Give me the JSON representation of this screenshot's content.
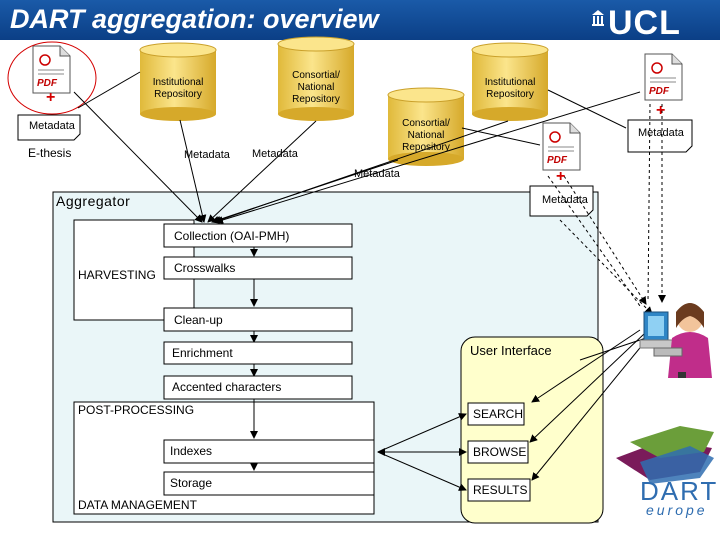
{
  "header": {
    "title": "DART aggregation: overview",
    "logo_text": "UCL"
  },
  "sources": {
    "institutional_repository_left": [
      "Institutional",
      "Repository"
    ],
    "consortial_repository_top": [
      "Consortial/",
      "National",
      "Repository"
    ],
    "institutional_repository_right": [
      "Institutional",
      "Repository"
    ],
    "consortial_repository_mid": [
      "Consortial/",
      "National",
      "Repository"
    ],
    "pdf_label": "PDF",
    "plus": "+",
    "metadata": "Metadata",
    "ethesis": "E-thesis"
  },
  "aggregator": {
    "label": "Aggregator",
    "metadata_tag": "Metadata",
    "harvesting": "HARVESTING",
    "collection": "Collection (OAI-PMH)",
    "crosswalks": "Crosswalks",
    "cleanup": "Clean-up",
    "enrichment": "Enrichment",
    "accented": "Accented characters",
    "postprocessing": "POST-PROCESSING",
    "indexes": "Indexes",
    "storage": "Storage",
    "datamanagement": "DATA MANAGEMENT"
  },
  "ui": {
    "title": "User Interface",
    "search": "SEARCH",
    "browse": "BROWSE",
    "results": "RESULTS"
  },
  "brand": {
    "dart_word": "DART",
    "europe_word": "europe"
  },
  "colors": {
    "header_blue": "#0b3f86",
    "cylinder_yellow": "#f3d45a",
    "aggregator_fill": "#eaf6f8",
    "ui_fill": "#ffffcc",
    "plus_red": "#d40000",
    "pdf_red": "#c00000"
  }
}
